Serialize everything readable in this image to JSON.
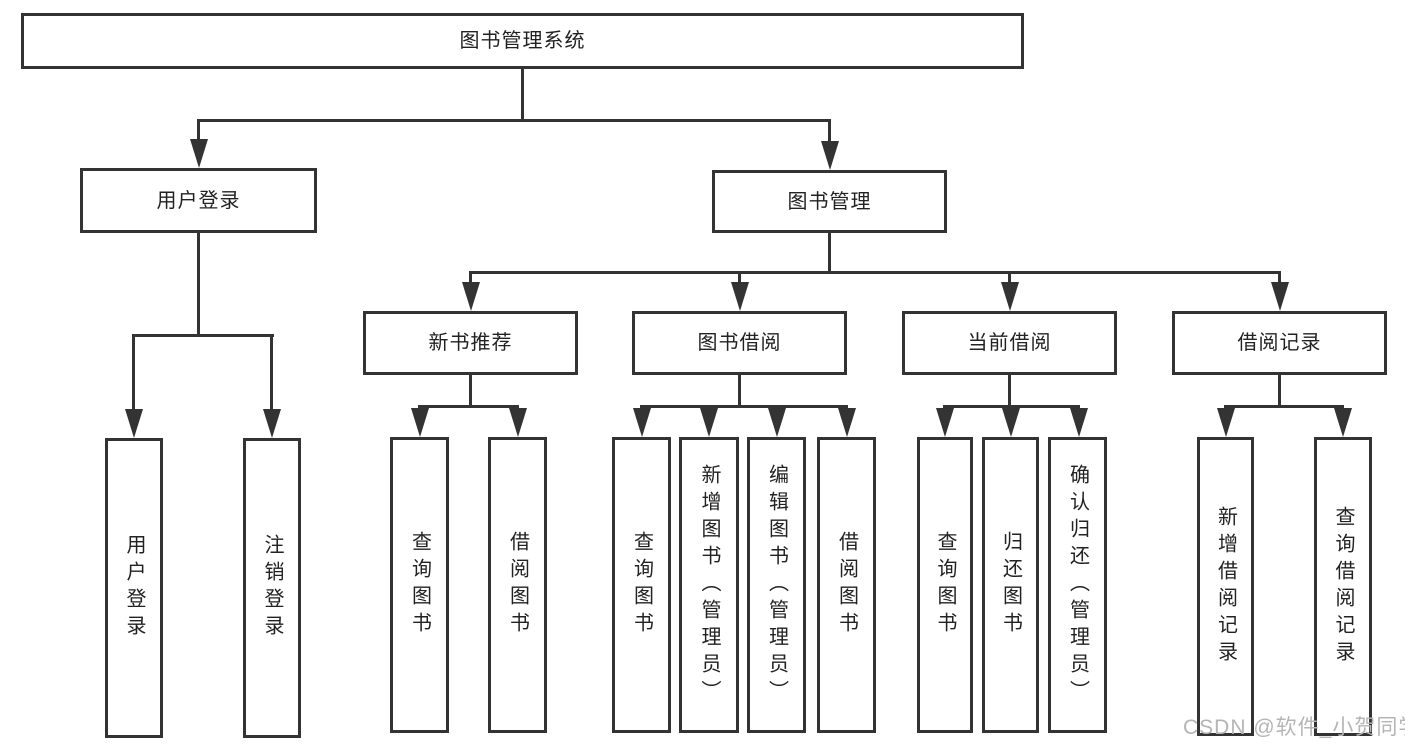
{
  "diagram_type": "hierarchy-tree",
  "colors": {
    "line": "#333333",
    "box_border": "#333333",
    "text": "#222222",
    "background": "#ffffff",
    "watermark": "#b5b5b5"
  },
  "tree": {
    "root": {
      "label": "图书管理系统"
    },
    "user_login": {
      "label": "用户登录",
      "children": [
        "用户登录",
        "注销登录"
      ]
    },
    "book_management": {
      "label": "图书管理",
      "sections": [
        {
          "label": "新书推荐",
          "children": [
            "查询图书",
            "借阅图书"
          ]
        },
        {
          "label": "图书借阅",
          "children": [
            "查询图书",
            "新增图书（管理员）",
            "编辑图书（管理员）",
            "借阅图书"
          ]
        },
        {
          "label": "当前借阅",
          "children": [
            "查询图书",
            "归还图书",
            "确认归还（管理员）"
          ]
        },
        {
          "label": "借阅记录",
          "children": [
            "新增借阅记录",
            "查询借阅记录"
          ]
        }
      ]
    }
  },
  "watermark": {
    "text": "CSDN @软件_小贺同学"
  }
}
